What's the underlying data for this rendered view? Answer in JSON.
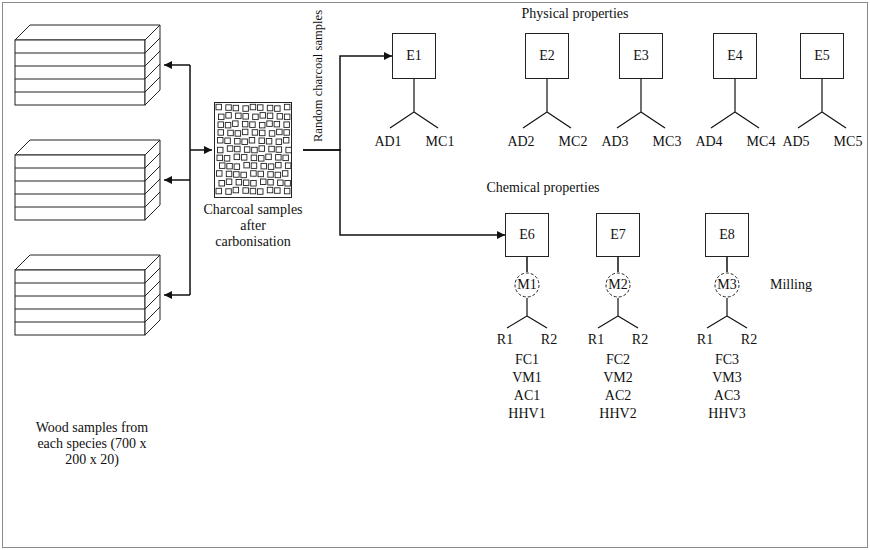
{
  "diagram": {
    "nodes": [
      {
        "text": [
          "Charcoal samples after carbonisation"
        ]
      },
      {
        "text": [
          "E1"
        ]
      },
      {
        "text": [
          "E2"
        ]
      },
      {
        "text": [
          "E3"
        ]
      },
      {
        "text": [
          "E4"
        ]
      },
      {
        "text": [
          "E5"
        ]
      },
      {
        "text": [
          "E6"
        ]
      },
      {
        "text": [
          "E7"
        ]
      },
      {
        "text": [
          "E8"
        ]
      },
      {
        "text": [
          "M1"
        ]
      },
      {
        "text": [
          "M2"
        ]
      },
      {
        "text": [
          "M3"
        ]
      }
    ],
    "edges": [
      {
        "from": 0,
        "to": 1,
        "arrow": "to"
      },
      {
        "from": 0,
        "to": 6,
        "arrow": "to"
      },
      {
        "from": 6,
        "to": 9,
        "arrow": "none"
      },
      {
        "from": 7,
        "to": 10,
        "arrow": "none"
      },
      {
        "from": 8,
        "to": 11,
        "arrow": "none"
      }
    ],
    "labels": [
      "Physical properties",
      "AD1",
      "MC1",
      "AD2",
      "MC2",
      "AD3",
      "MC3",
      "AD4",
      "MC4",
      "AD5",
      "MC5",
      "Random charcoal samples",
      "Chemical properties",
      "Milling",
      "R1",
      "R2",
      "FC1",
      "VM1",
      "AC1",
      "HHV1",
      "R1",
      "R2",
      "FC2",
      "VM2",
      "AC2",
      "HHV2",
      "R1",
      "R2",
      "FC3",
      "VM3",
      "AC3",
      "HHV3",
      "Wood samples from each species (700 x 200 x 20)"
    ]
  }
}
